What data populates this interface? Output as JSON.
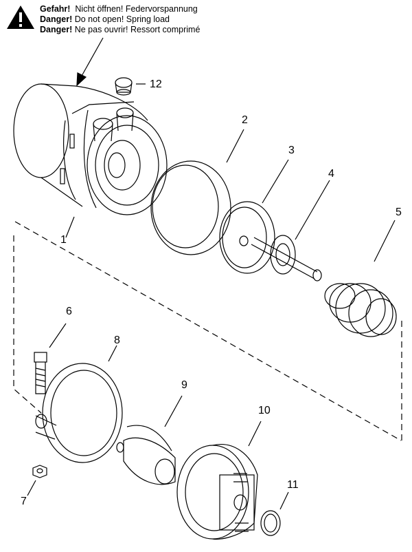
{
  "warning": {
    "icon": "warning-triangle-icon",
    "lines": [
      {
        "lead": "Gefahr!",
        "text": "Nicht öffnen! Federvorspannung"
      },
      {
        "lead": "Danger!",
        "text": "Do not open! Spring load"
      },
      {
        "lead": "Danger!",
        "text": "Ne pas ouvrir! Ressort comprimé"
      }
    ]
  },
  "callouts": {
    "c1": "1",
    "c2": "2",
    "c3": "3",
    "c4": "4",
    "c5": "5",
    "c6": "6",
    "c7": "7",
    "c8": "8",
    "c9": "9",
    "c10": "10",
    "c11": "11",
    "c12": "12"
  }
}
